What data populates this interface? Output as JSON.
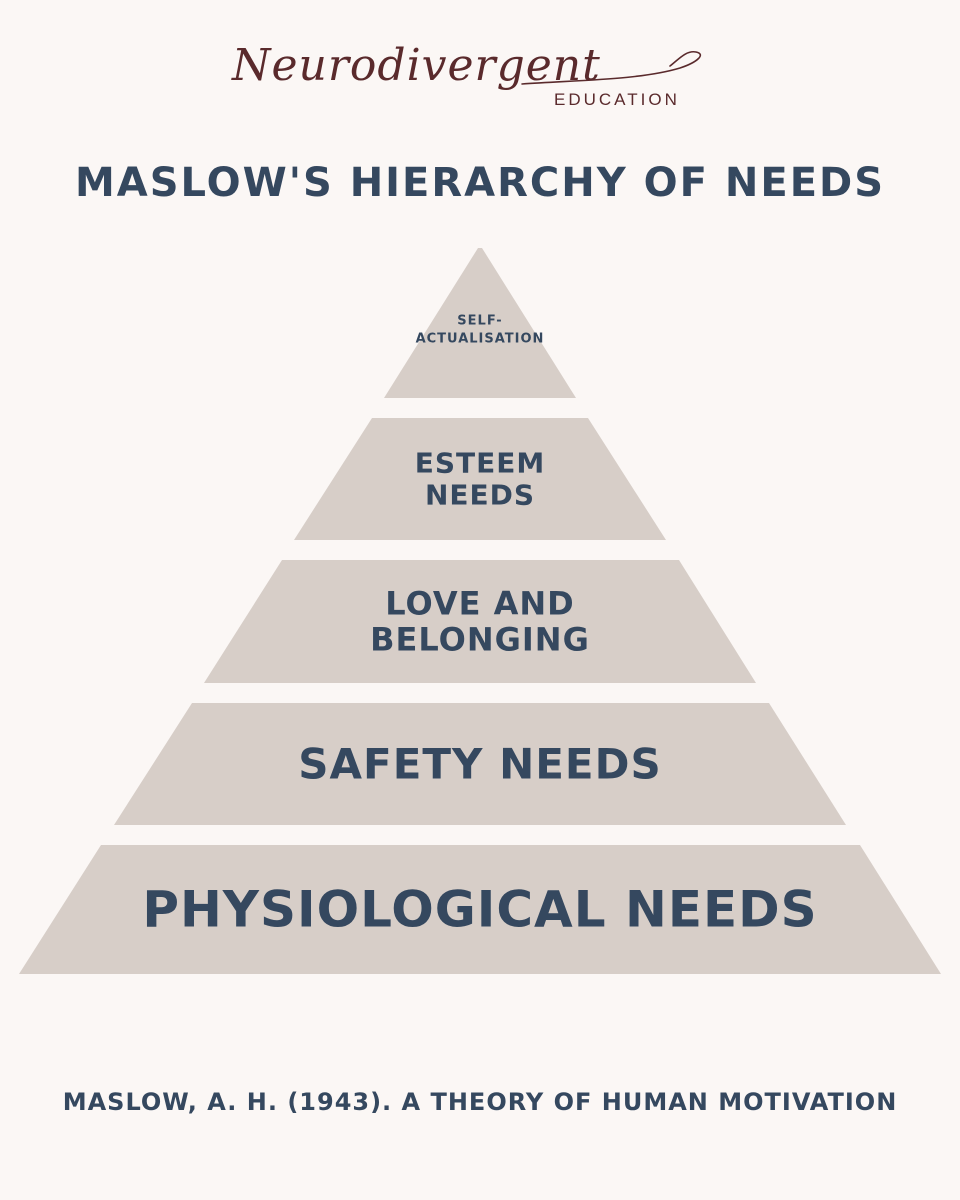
{
  "logo": {
    "script_text": "Neurodivergent",
    "sub_text": "EDUCATION"
  },
  "title": "MASLOW'S HIERARCHY OF NEEDS",
  "pyramid": {
    "tiers": [
      {
        "lines": [
          "SELF-",
          "ACTUALISATION"
        ]
      },
      {
        "lines": [
          "ESTEEM",
          "NEEDS"
        ]
      },
      {
        "lines": [
          "LOVE AND",
          "BELONGING"
        ]
      },
      {
        "lines": [
          "SAFETY NEEDS"
        ]
      },
      {
        "lines": [
          "PHYSIOLOGICAL NEEDS"
        ]
      }
    ]
  },
  "citation": "MASLOW, A. H. (1943). A THEORY OF HUMAN MOTIVATION",
  "colors": {
    "background": "#fbf7f5",
    "tier_fill": "#d7cec8",
    "text_primary": "#35485f",
    "logo_color": "#5a2a2c"
  }
}
